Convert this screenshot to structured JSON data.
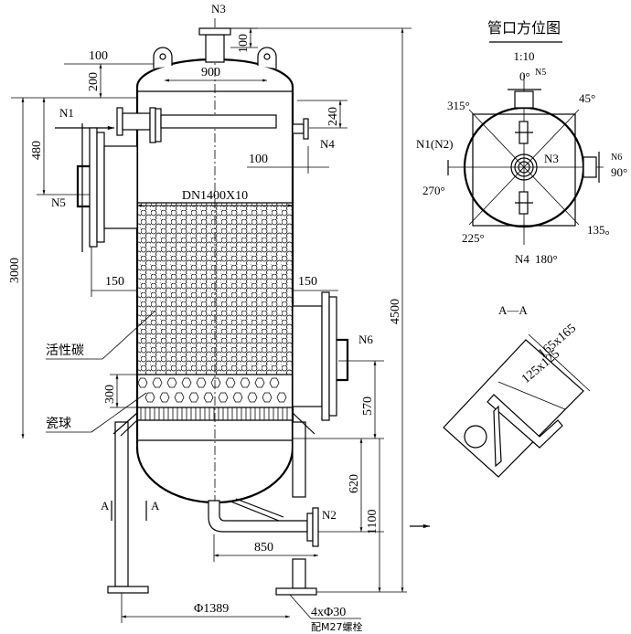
{
  "nozzles": {
    "n1": "N1",
    "n2": "N2",
    "n3": "N3",
    "n4": "N4",
    "n5": "N5",
    "n6": "N6"
  },
  "dimensions": {
    "d100_top_left": "100",
    "d200": "200",
    "d900": "900",
    "d100_n3": "100",
    "d480": "480",
    "d240": "240",
    "d100_n4": "100",
    "shell": "DN1400X10",
    "d3000": "3000",
    "d150_left": "150",
    "d150_right": "150",
    "d300": "300",
    "d4500": "4500",
    "d570": "570",
    "d620": "620",
    "d1100": "1100",
    "d850": "850",
    "d1389": "Φ1389",
    "holes": "4xΦ30",
    "bolts": "配M27螺栓"
  },
  "labels": {
    "carbon": "活性碳",
    "ceramic_balls": "瓷球",
    "section_mark_left": "A",
    "section_mark_right": "A"
  },
  "orientation_view": {
    "title": "管口方位图",
    "scale": "1:10",
    "deg0": "0°",
    "deg45": "45°",
    "deg90": "90°",
    "deg135": "135。",
    "deg180": "180°",
    "deg225": "225°",
    "deg270": "270°",
    "deg315": "315°",
    "n5": "N5",
    "n6": "N6",
    "n3": "N3",
    "n4": "N4",
    "n1n2": "N1(N2)"
  },
  "section_view": {
    "title": "A—A",
    "outer": "165x165",
    "inner": "125x125"
  }
}
